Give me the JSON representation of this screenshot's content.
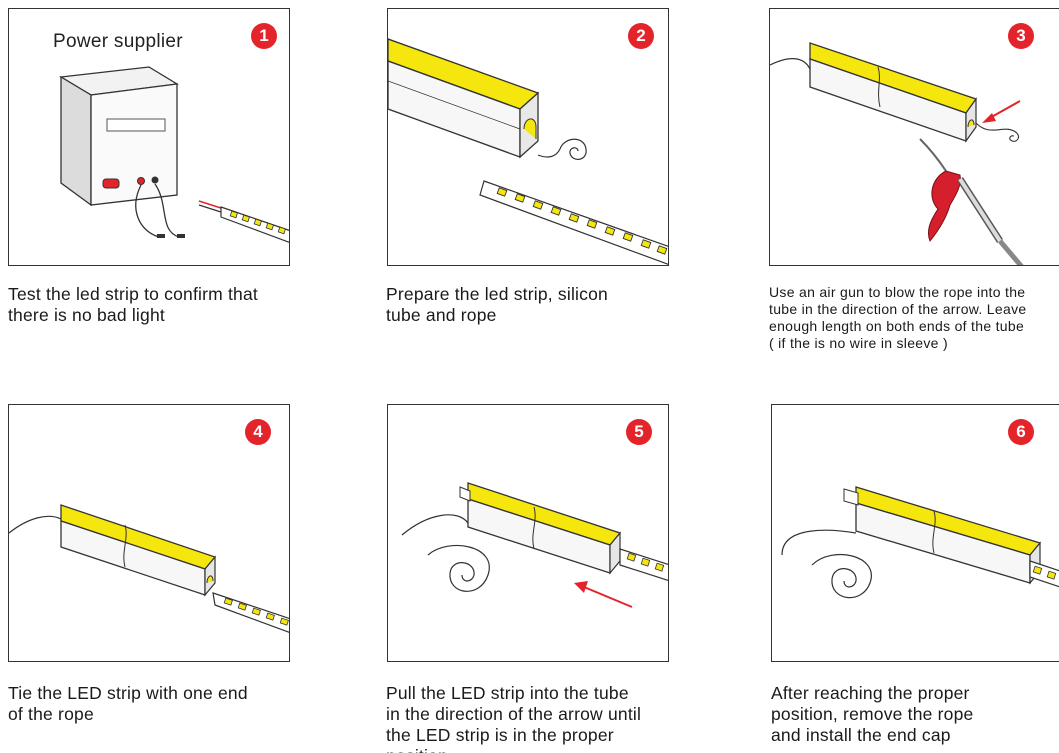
{
  "steps": [
    {
      "number": "1",
      "caption": "Test the led strip to confirm that\nthere is no bad light",
      "label": "Power supplier"
    },
    {
      "number": "2",
      "caption": "Prepare the led strip, silicon\ntube and rope"
    },
    {
      "number": "3",
      "caption": "Use an air gun to blow the rope into the\ntube in the direction of the arrow. Leave\nenough length on both ends of the tube\n( if the is no wire in sleeve )"
    },
    {
      "number": "4",
      "caption": "Tie the LED strip with one end\nof the rope"
    },
    {
      "number": "5",
      "caption": "Pull the LED strip into the tube\nin the direction of the arrow until\nthe LED strip is in the proper\nposition"
    },
    {
      "number": "6",
      "caption": "After reaching the proper\nposition, remove the rope\nand install the end cap"
    }
  ],
  "colors": {
    "badge": "#e3242b",
    "arrow": "#e3242b",
    "tube_top": "#f5e60d",
    "air_gun": "#d61f2c"
  }
}
